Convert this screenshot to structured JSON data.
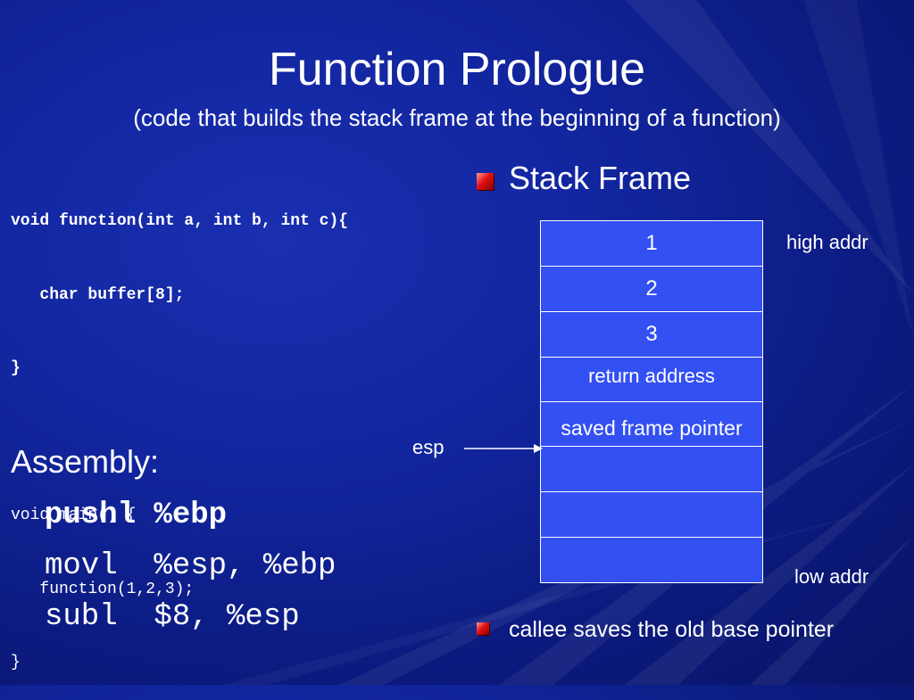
{
  "slide": {
    "title": "Function Prologue",
    "subtitle": "(code that builds the stack frame at the beginning of a function)"
  },
  "code": {
    "lines": [
      "void function(int a, int b, int c){",
      "   char buffer[8];",
      "}",
      "",
      "void main() {",
      "   function(1,2,3);",
      "}"
    ]
  },
  "assembly": {
    "heading": "Assembly:",
    "lines": [
      "pushl %ebp",
      "movl  %esp, %ebp",
      "subl  $8, %esp"
    ]
  },
  "stack_frame": {
    "heading": "Stack Frame",
    "cells": [
      "1",
      "2",
      "3",
      "return address",
      "saved frame pointer",
      "",
      "",
      ""
    ],
    "high_label": "high addr",
    "low_label": "low addr",
    "pointer_label": "esp"
  },
  "note": "callee saves the old base pointer",
  "colors": {
    "background": "#1226a0",
    "cell_fill": "#3350f2",
    "bullet": "#e01010"
  }
}
